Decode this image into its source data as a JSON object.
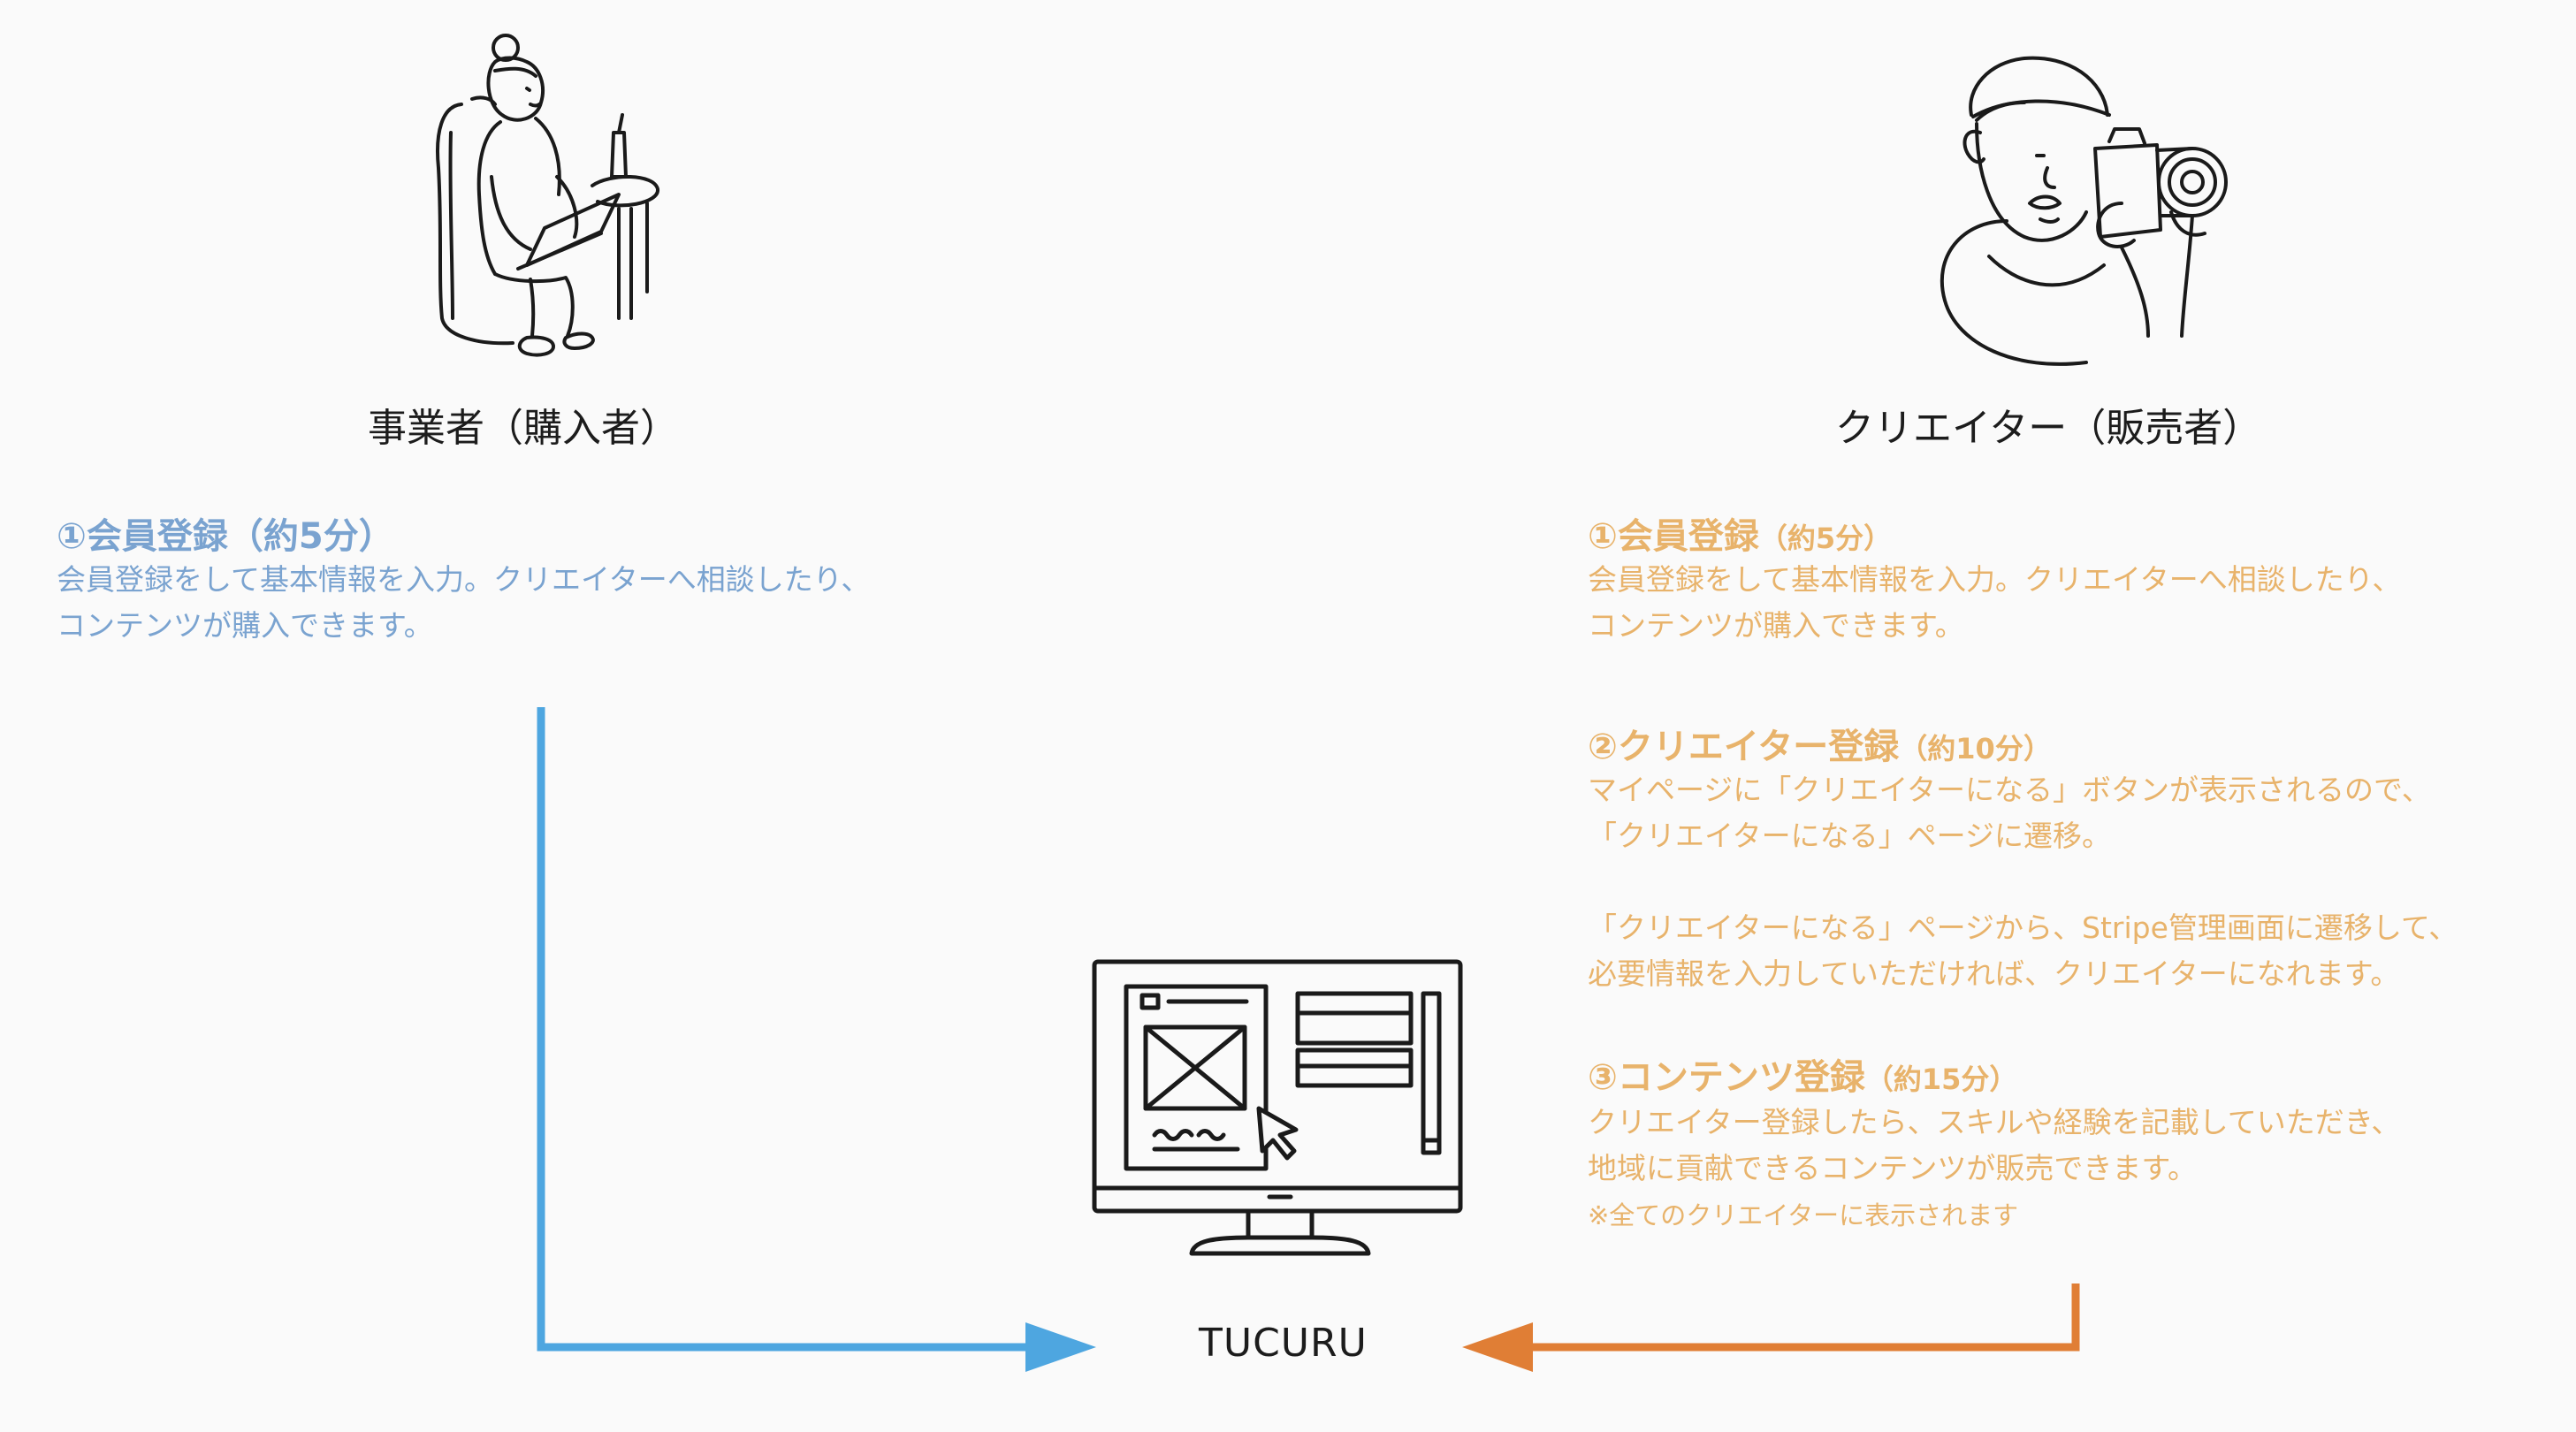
{
  "buyer": {
    "role_label": "事業者（購入者）",
    "step1": {
      "title": "①会員登録（約5分）",
      "lines": [
        "会員登録をして基本情報を入力。クリエイターへ相談したり、",
        "コンテンツが購入できます。"
      ]
    }
  },
  "creator": {
    "role_label": "クリエイター（販売者）",
    "step1": {
      "title": "①会員登録",
      "duration": "（約5分）",
      "lines": [
        "会員登録をして基本情報を入力。クリエイターへ相談したり、",
        "コンテンツが購入できます。"
      ]
    },
    "step2": {
      "title": "②クリエイター登録",
      "duration": "（約10分）",
      "lines_a": [
        "マイページに「クリエイターになる」ボタンが表示されるので、",
        "「クリエイターになる」ページに遷移。"
      ],
      "lines_b": [
        "「クリエイターになる」ページから、Stripe管理画面に遷移して、",
        "必要情報を入力していただければ、クリエイターになれます。"
      ]
    },
    "step3": {
      "title": "③コンテンツ登録",
      "duration": "（約15分）",
      "lines": [
        "クリエイター登録したら、スキルや経験を記載していただき、",
        "地域に貢献できるコンテンツが販売できます。"
      ],
      "note": "※全てのクリエイターに表示されます"
    }
  },
  "platform": {
    "label": "TUCURU"
  },
  "colors": {
    "buyer_text": "#7aa3d0",
    "creator_text": "#e8b36b",
    "buyer_arrow": "#4ea6e0",
    "creator_arrow": "#e07e35",
    "line_art": "#1a1a1a"
  },
  "icons": {
    "buyer": "woman-with-laptop-illustration",
    "creator": "man-with-camera-illustration",
    "platform": "computer-monitor-illustration"
  }
}
